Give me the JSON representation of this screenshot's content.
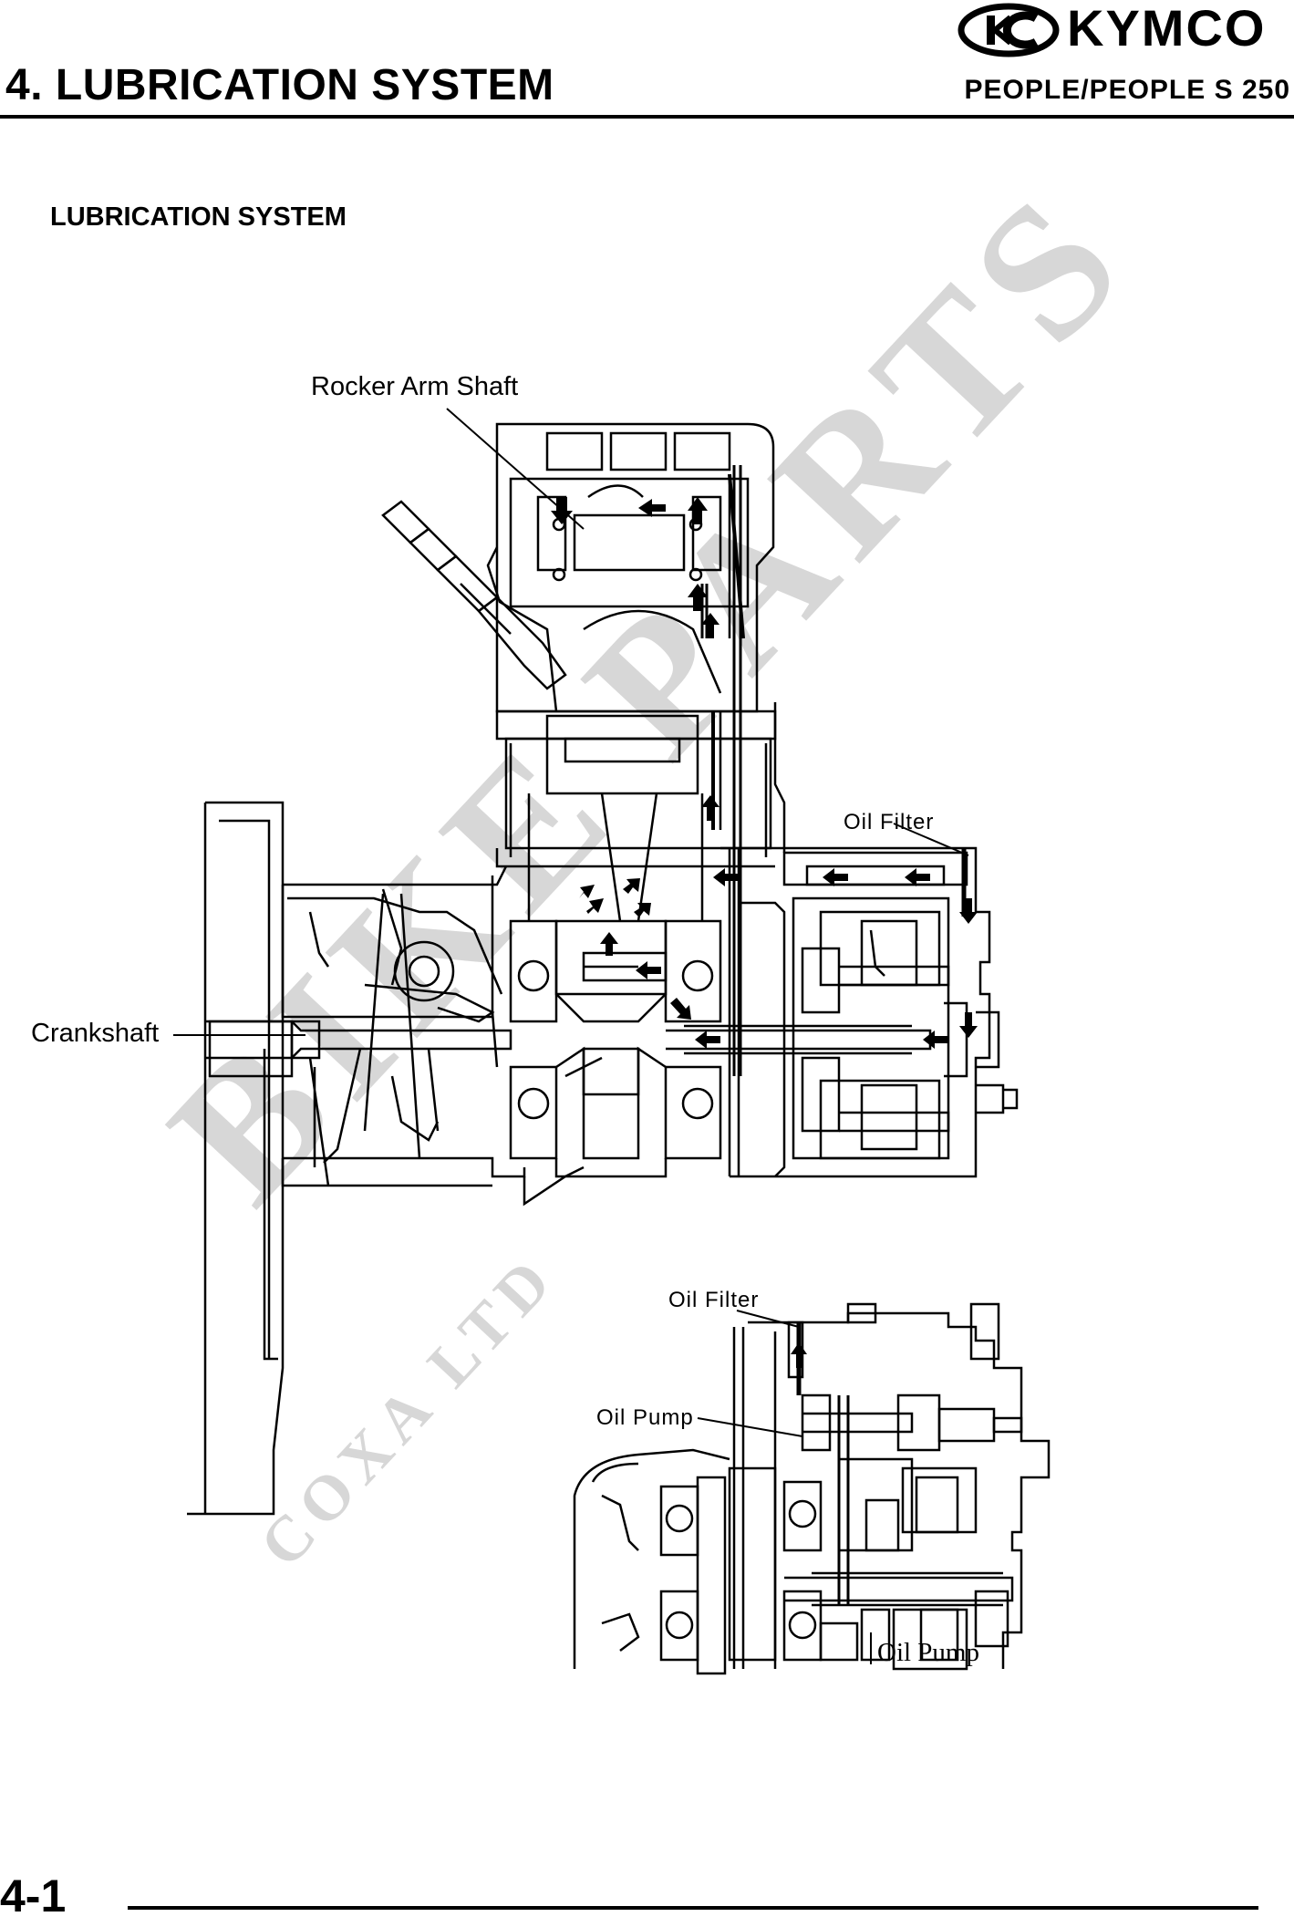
{
  "header": {
    "brand": "KYMCO",
    "chapter_title": "4. LUBRICATION SYSTEM",
    "model": "PEOPLE/PEOPLE S 250"
  },
  "section_title": "LUBRICATION SYSTEM",
  "labels": {
    "rocker_arm_shaft": "Rocker Arm Shaft",
    "crankshaft": "Crankshaft",
    "oil_filter_upper": "Oil Filter",
    "oil_filter_lower": "Oil Filter",
    "oil_pump": "Oil Pump",
    "oil_pump_bottom": "Oil Pump"
  },
  "watermark": {
    "main": "BIKE PARTS",
    "sub": "COXA LTD"
  },
  "footer": {
    "page_number": "4-1"
  }
}
